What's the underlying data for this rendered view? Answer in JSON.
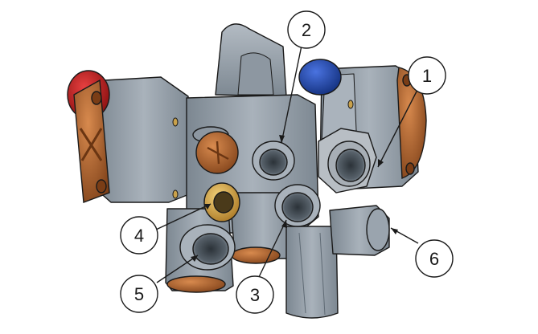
{
  "callouts": [
    {
      "number": "1"
    },
    {
      "number": "2"
    },
    {
      "number": "3"
    },
    {
      "number": "4"
    },
    {
      "number": "5"
    },
    {
      "number": "6"
    }
  ],
  "colors": {
    "body": "#9aa4ae",
    "body_dark": "#5f6a74",
    "body_light": "#c3cad1",
    "copper": "#b4662f",
    "copper_dark": "#7a3d16",
    "red_cap": "#c21f1f",
    "blue_cap": "#1f47b8",
    "brass": "#d9a441",
    "nut": "#b8bec4",
    "outline": "#1a1a1a"
  }
}
